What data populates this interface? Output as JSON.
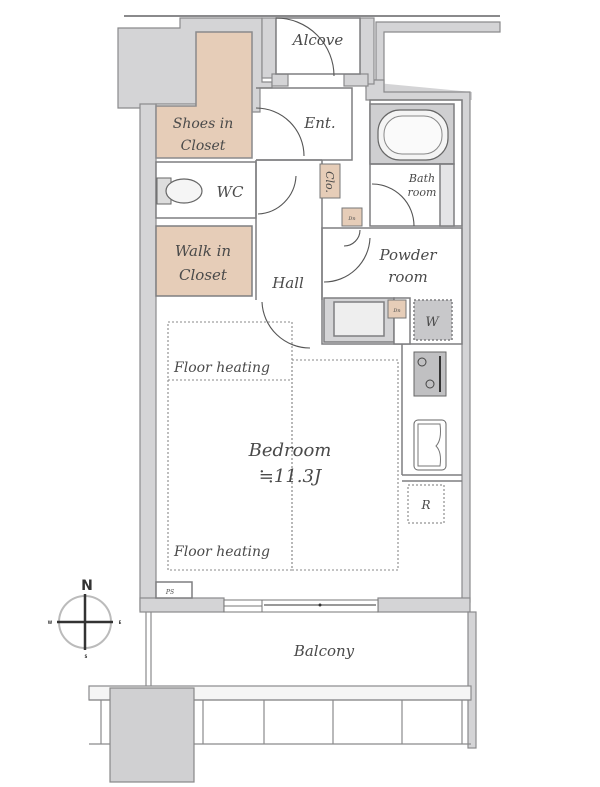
{
  "plan": {
    "rooms": {
      "alcove": "Alcove",
      "entrance": "Ent.",
      "shoes_closet_line1": "Shoes in",
      "shoes_closet_line2": "Closet",
      "wc": "WC",
      "closet_small": "Clo.",
      "bathroom_line1": "Bath",
      "bathroom_line2": "room",
      "walk_in_line1": "Walk in",
      "walk_in_line2": "Closet",
      "hall": "Hall",
      "powder_line1": "Powder",
      "powder_line2": "room",
      "washer": "W",
      "bedroom": "Bedroom",
      "bedroom_size": "≒11.3J",
      "floor_heating_top": "Floor heating",
      "floor_heating_bottom": "Floor heating",
      "refrigerator": "R",
      "ps": "PS",
      "balcony": "Balcony",
      "dn_1": "Dn",
      "dn_2": "Dn"
    },
    "compass": {
      "north": "N",
      "west": "W",
      "east": "E",
      "south": "S"
    }
  },
  "colors": {
    "wall_fill": "#d4d4d6",
    "wall_stroke": "#8a8a8c",
    "closet_fill": "#e6cdb8",
    "dark_fill": "#c8c8ca",
    "text": "#4a4a4a"
  }
}
